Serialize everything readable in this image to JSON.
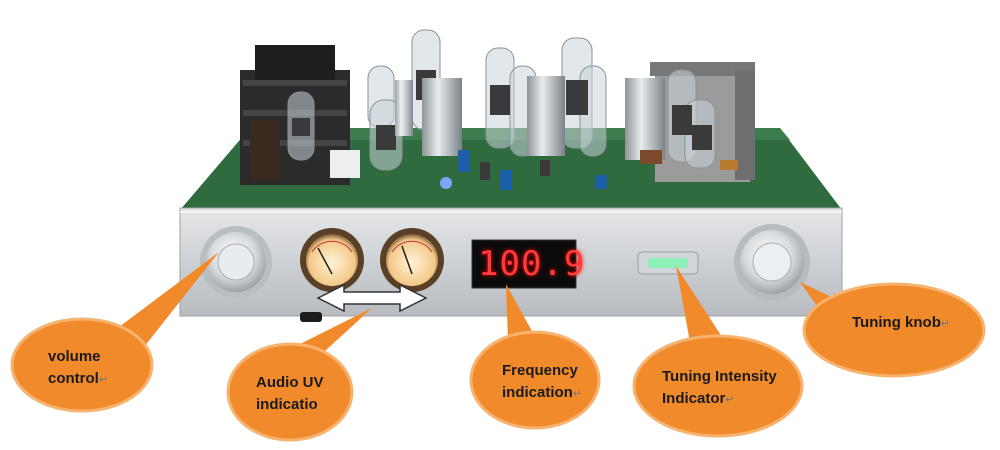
{
  "display": {
    "frequency": "100.9"
  },
  "callouts": {
    "volume": {
      "line1": "volume",
      "line2": "control"
    },
    "audio_uv": {
      "line1": "Audio UV",
      "line2": "indicatio"
    },
    "frequency": {
      "line1": "Frequency",
      "line2": "indication"
    },
    "tuning_intensity": {
      "line1": "Tuning  Intensity",
      "line2": "Indicator"
    },
    "tuning_knob": {
      "line1": "Tuning knob"
    }
  },
  "colors": {
    "callout_fill": "#f18a2b",
    "callout_border": "#f6b36f",
    "chassis": "#cfd2d6",
    "pcb": "#2f6b3f",
    "display_red": "#ff3b3b"
  },
  "icons": {
    "return_mark": "↵",
    "arrow": "double-headed arrow"
  }
}
